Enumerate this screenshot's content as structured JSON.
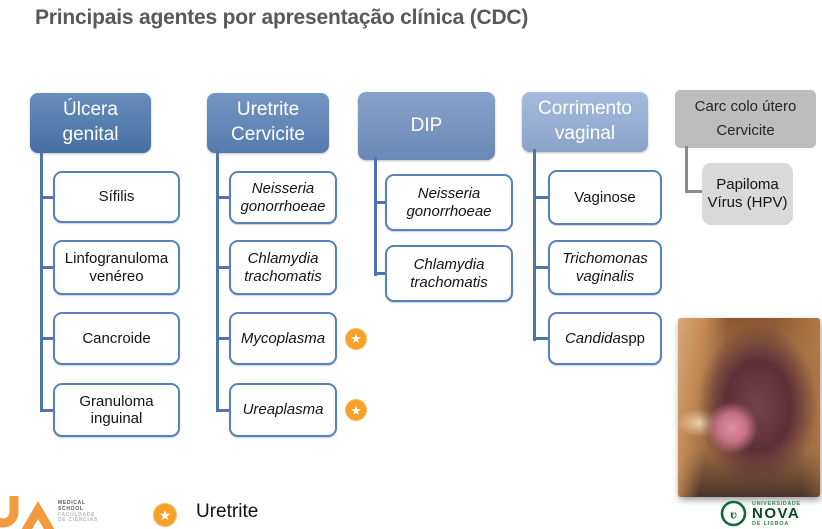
{
  "title": "Principais agentes por apresentação clínica (CDC)",
  "columns": [
    {
      "id": "ulcera-genital",
      "header": "Úlcera\ngenital",
      "color": "#4A77AD",
      "items": [
        {
          "segments": [
            {
              "text": "Sífilis",
              "italic": false
            }
          ],
          "star": false
        },
        {
          "segments": [
            {
              "text": "Linfogranuloma venéreo",
              "italic": false
            }
          ],
          "star": false
        },
        {
          "segments": [
            {
              "text": "Cancroide",
              "italic": false
            }
          ],
          "star": false
        },
        {
          "segments": [
            {
              "text": "Granuloma inguinal",
              "italic": false
            }
          ],
          "star": false
        }
      ]
    },
    {
      "id": "uretrite-cervicite",
      "header": "Uretrite\nCervicite",
      "color": "#5B82B8",
      "items": [
        {
          "segments": [
            {
              "text": "Neisseria gonorrhoeae",
              "italic": true
            }
          ],
          "star": false
        },
        {
          "segments": [
            {
              "text": "Chlamydia trachomatis",
              "italic": true
            }
          ],
          "star": false
        },
        {
          "segments": [
            {
              "text": "Mycoplasma",
              "italic": true
            }
          ],
          "star": true
        },
        {
          "segments": [
            {
              "text": "Ureaplasma",
              "italic": true
            }
          ],
          "star": true
        }
      ]
    },
    {
      "id": "dip",
      "header": "DIP",
      "color": "#7190C1",
      "items": [
        {
          "segments": [
            {
              "text": "Neisseria gonorrhoeae",
              "italic": true
            }
          ],
          "star": false
        },
        {
          "segments": [
            {
              "text": "Chlamydia trachomatis",
              "italic": true
            }
          ],
          "star": false
        }
      ]
    },
    {
      "id": "corrimento-vaginal",
      "header": "Corrimento\nvaginal",
      "color": "#93AED6",
      "items": [
        {
          "segments": [
            {
              "text": "Vaginose",
              "italic": false
            }
          ],
          "star": false
        },
        {
          "segments": [
            {
              "text": "Trichomonas vaginalis",
              "italic": true
            }
          ],
          "star": false
        },
        {
          "segments": [
            {
              "text": "Candida",
              "italic": true
            },
            {
              "text": " spp",
              "italic": false
            }
          ],
          "star": false
        }
      ]
    }
  ],
  "gray_branch": {
    "header": "Carc colo útero\nCervicite",
    "child": "Papiloma Vírus (HPV)"
  },
  "legend": {
    "star_icon": "star-icon",
    "label": "Uretrite"
  },
  "footer": {
    "medical_school_lines": [
      "MEDICAL",
      "SCHOOL",
      "FACULDADE",
      "DE CIÊNCIAS"
    ],
    "nova_lines": [
      "UNIVERSIDADE",
      "NOVA",
      "DE LISBOA"
    ]
  },
  "photo": {
    "icon_name": "clinical-photo"
  },
  "colors": {
    "title_text": "#595959",
    "header_ulcera": "#4A77AD",
    "header_uretrite": "#5B82B8",
    "header_dip": "#7190C1",
    "header_corrimento": "#93AED6",
    "node_border": "#5880BA",
    "connector_blue": "#4E74AB",
    "gray_header": "#BDBDBD",
    "gray_child": "#D9D9D9",
    "gray_connector": "#8A8A8A",
    "star_orange": "#F7A129",
    "ms_logo_orange": "#F19A3E",
    "nova_green": "#0F6B3B"
  }
}
